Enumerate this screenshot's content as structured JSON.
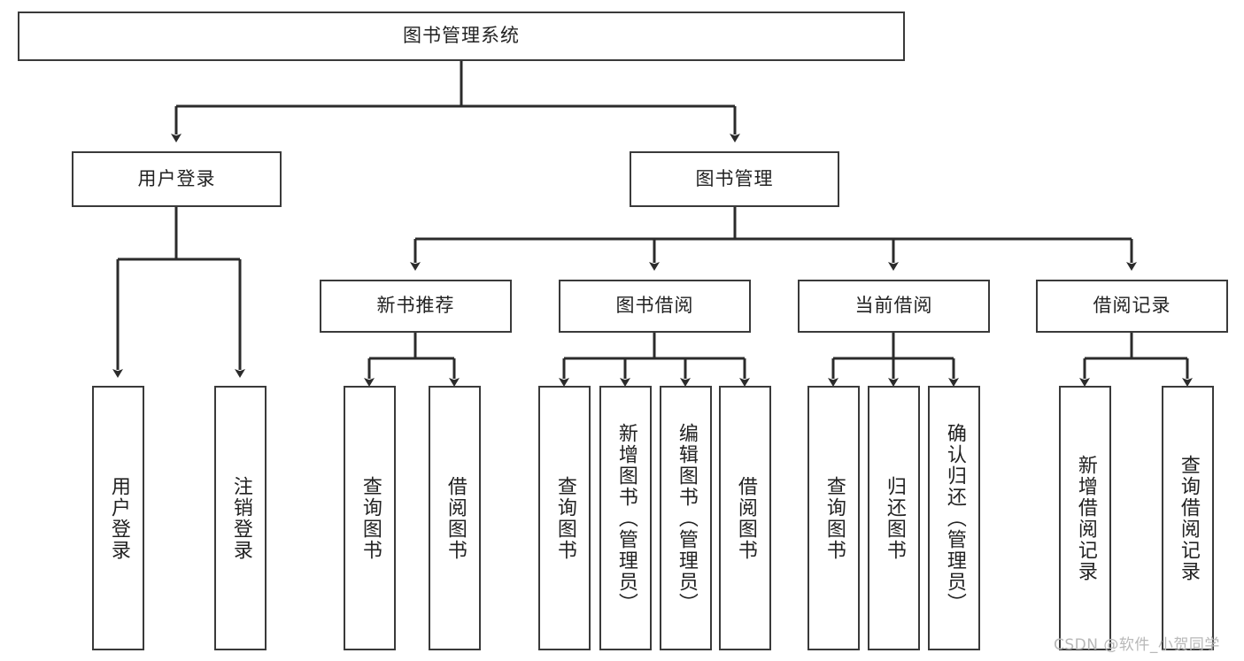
{
  "diagram": {
    "type": "tree",
    "title": "图书管理系统",
    "orientation": "top-down",
    "colors": {
      "box_border": "#3a3a3a",
      "box_fill": "#ffffff",
      "edge": "#2b2b2b",
      "text": "#222222",
      "watermark": "#b8b8b8"
    },
    "levels": {
      "root": {
        "label": "图书管理系统"
      },
      "level2": [
        {
          "id": "user-login",
          "label": "用户登录"
        },
        {
          "id": "book-manage",
          "label": "图书管理"
        }
      ],
      "level3": [
        {
          "id": "new-book-recommend",
          "label": "新书推荐",
          "parent": "book-manage"
        },
        {
          "id": "book-borrow",
          "label": "图书借阅",
          "parent": "book-manage"
        },
        {
          "id": "current-borrow",
          "label": "当前借阅",
          "parent": "book-manage"
        },
        {
          "id": "borrow-record",
          "label": "借阅记录",
          "parent": "book-manage"
        }
      ],
      "leaves": [
        {
          "id": "leaf-user-login",
          "label": "用户登录",
          "parent": "user-login"
        },
        {
          "id": "leaf-logout-login",
          "label": "注销登录",
          "parent": "user-login"
        },
        {
          "id": "leaf-query-book-1",
          "label": "查询图书",
          "parent": "new-book-recommend"
        },
        {
          "id": "leaf-borrow-book-1",
          "label": "借阅图书",
          "parent": "new-book-recommend"
        },
        {
          "id": "leaf-query-book-2",
          "label": "查询图书",
          "parent": "book-borrow"
        },
        {
          "id": "leaf-add-book",
          "label": "新增图书（管理员）",
          "parent": "book-borrow"
        },
        {
          "id": "leaf-edit-book",
          "label": "编辑图书（管理员）",
          "parent": "book-borrow"
        },
        {
          "id": "leaf-borrow-book-2",
          "label": "借阅图书",
          "parent": "book-borrow"
        },
        {
          "id": "leaf-query-book-3",
          "label": "查询图书",
          "parent": "current-borrow"
        },
        {
          "id": "leaf-return-book",
          "label": "归还图书",
          "parent": "current-borrow"
        },
        {
          "id": "leaf-confirm-return",
          "label": "确认归还（管理员）",
          "parent": "current-borrow"
        },
        {
          "id": "leaf-add-record",
          "label": "新增借阅记录",
          "parent": "borrow-record"
        },
        {
          "id": "leaf-query-record",
          "label": "查询借阅记录",
          "parent": "borrow-record"
        }
      ]
    },
    "watermark": "CSDN @软件_小贺同学"
  }
}
